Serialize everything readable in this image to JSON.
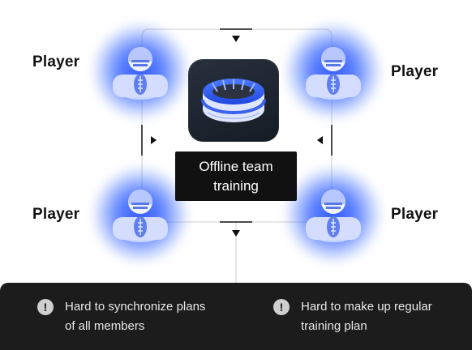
{
  "hub": {
    "label": "Offline team training",
    "icon": "stadium-icon"
  },
  "players": [
    {
      "label": "Player",
      "icon": "football-player-icon"
    },
    {
      "label": "Player",
      "icon": "football-player-icon"
    },
    {
      "label": "Player",
      "icon": "football-player-icon"
    },
    {
      "label": "Player",
      "icon": "football-player-icon"
    }
  ],
  "issues": [
    {
      "icon": "exclamation-icon",
      "text": "Hard to synchronize plans of all members"
    },
    {
      "icon": "exclamation-icon",
      "text": "Hard to make up regular training plan"
    }
  ],
  "colors": {
    "glow": "#2f5bff",
    "panel": "#1c1c1c",
    "hub_label_bg": "#111111",
    "player_icon": "#c9d6ff"
  }
}
